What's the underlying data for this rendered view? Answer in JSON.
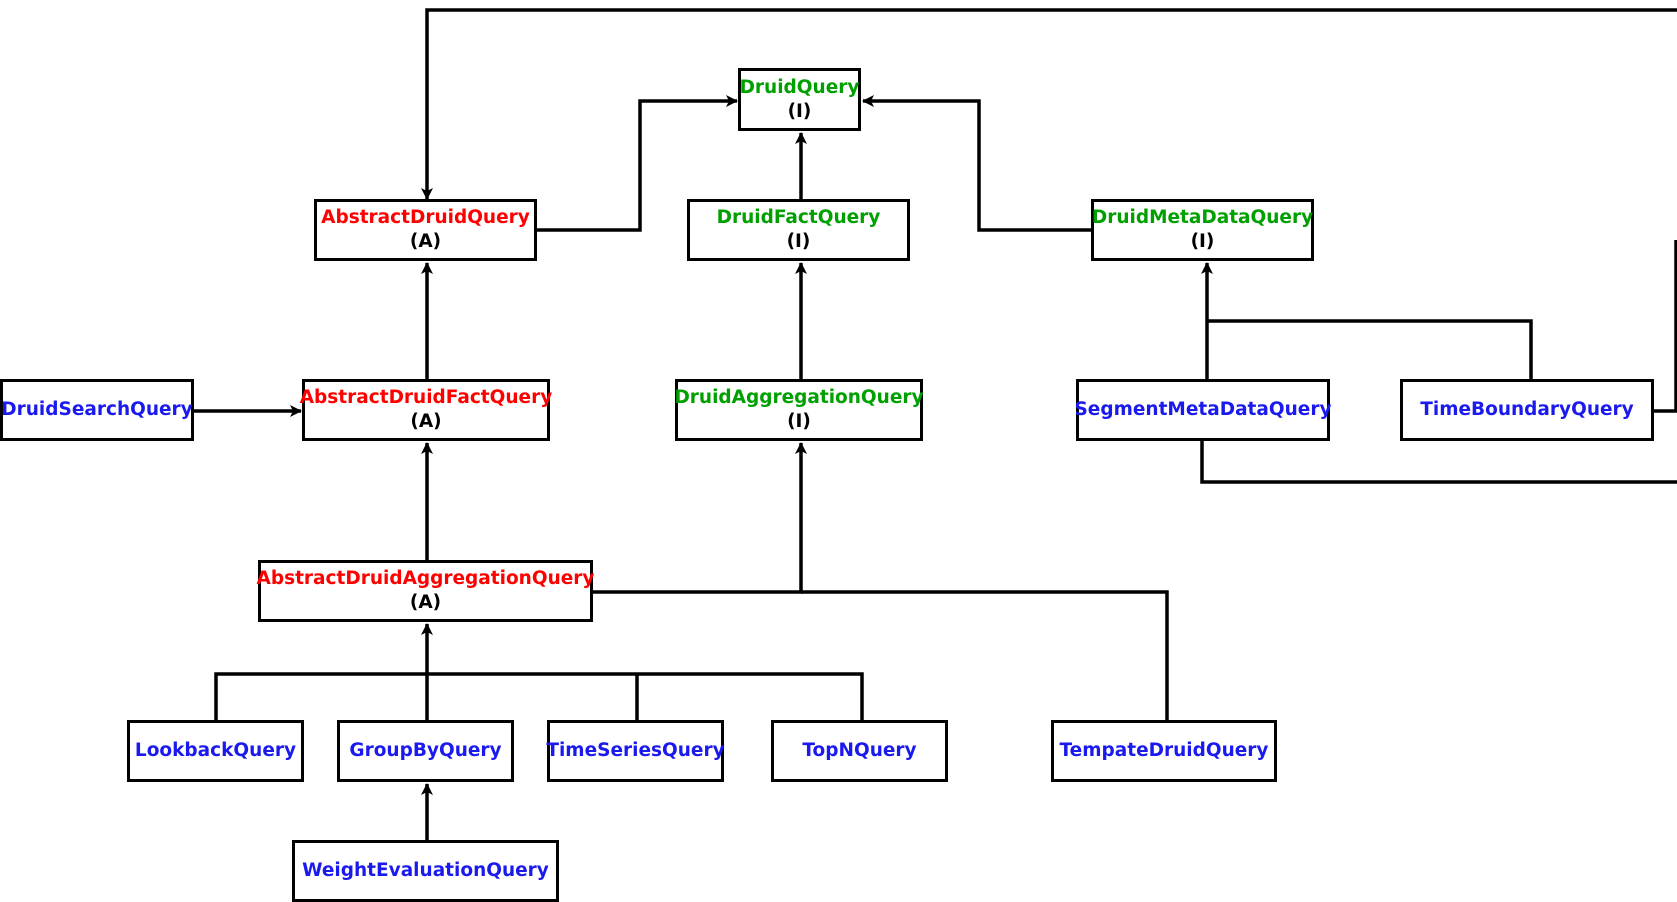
{
  "colors": {
    "abstract": "#ff0000",
    "interface": "#00a000",
    "concrete": "#1a1aee",
    "line": "#000000"
  },
  "nodes": {
    "druidQuery": {
      "name": "DruidQuery",
      "kind": "(I)",
      "category": "interface"
    },
    "abstractDruidQuery": {
      "name": "AbstractDruidQuery",
      "kind": "(A)",
      "category": "abstract"
    },
    "druidFactQuery": {
      "name": "DruidFactQuery",
      "kind": "(I)",
      "category": "interface"
    },
    "druidMetaDataQuery": {
      "name": "DruidMetaDataQuery",
      "kind": "(I)",
      "category": "interface"
    },
    "druidSearchQuery": {
      "name": "DruidSearchQuery",
      "category": "concrete"
    },
    "abstractDruidFactQuery": {
      "name": "AbstractDruidFactQuery",
      "kind": "(A)",
      "category": "abstract"
    },
    "druidAggregationQuery": {
      "name": "DruidAggregationQuery",
      "kind": "(I)",
      "category": "interface"
    },
    "segmentMetaDataQuery": {
      "name": "SegmentMetaDataQuery",
      "category": "concrete"
    },
    "timeBoundaryQuery": {
      "name": "TimeBoundaryQuery",
      "category": "concrete"
    },
    "abstractDruidAggregationQuery": {
      "name": "AbstractDruidAggregationQuery",
      "kind": "(A)",
      "category": "abstract"
    },
    "lookbackQuery": {
      "name": "LookbackQuery",
      "category": "concrete"
    },
    "groupByQuery": {
      "name": "GroupByQuery",
      "category": "concrete"
    },
    "timeSeriesQuery": {
      "name": "TimeSeriesQuery",
      "category": "concrete"
    },
    "topNQuery": {
      "name": "TopNQuery",
      "category": "concrete"
    },
    "tempateDruidQuery": {
      "name": "TempateDruidQuery",
      "category": "concrete"
    },
    "weightEvaluationQuery": {
      "name": "WeightEvaluationQuery",
      "category": "concrete"
    }
  },
  "edges": [
    {
      "from": "abstractDruidQuery",
      "to": "druidQuery"
    },
    {
      "from": "druidFactQuery",
      "to": "druidQuery"
    },
    {
      "from": "druidMetaDataQuery",
      "to": "druidQuery"
    },
    {
      "from": "abstractDruidFactQuery",
      "to": "abstractDruidQuery"
    },
    {
      "from": "druidAggregationQuery",
      "to": "druidFactQuery"
    },
    {
      "from": "druidSearchQuery",
      "to": "abstractDruidFactQuery"
    },
    {
      "from": "abstractDruidAggregationQuery",
      "to": "abstractDruidFactQuery"
    },
    {
      "from": "abstractDruidAggregationQuery",
      "to": "druidAggregationQuery"
    },
    {
      "from": "tempateDruidQuery",
      "to": "druidAggregationQuery"
    },
    {
      "from": "segmentMetaDataQuery",
      "to": "druidMetaDataQuery"
    },
    {
      "from": "timeBoundaryQuery",
      "to": "druidMetaDataQuery"
    },
    {
      "from": "segmentMetaDataQuery",
      "to": "abstractDruidQuery"
    },
    {
      "from": "timeBoundaryQuery",
      "to": "abstractDruidQuery"
    },
    {
      "from": "lookbackQuery",
      "to": "abstractDruidAggregationQuery"
    },
    {
      "from": "groupByQuery",
      "to": "abstractDruidAggregationQuery"
    },
    {
      "from": "timeSeriesQuery",
      "to": "abstractDruidAggregationQuery"
    },
    {
      "from": "topNQuery",
      "to": "abstractDruidAggregationQuery"
    },
    {
      "from": "weightEvaluationQuery",
      "to": "groupByQuery"
    }
  ]
}
